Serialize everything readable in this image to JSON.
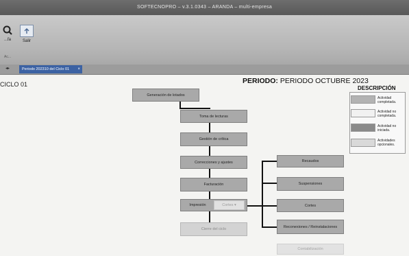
{
  "window": {
    "title": "SOFTECNOPRO – v.3.1.0343 – ARANDA – multi-empresa"
  },
  "ribbon": {
    "buttons": [
      {
        "label": "...fa",
        "icon": "magnifier-icon"
      },
      {
        "label": "Salir",
        "icon": "save-icon"
      }
    ],
    "group_caption": "Ac..."
  },
  "tabs": [
    {
      "label": "Periodo 202310 del Ciclo 01"
    }
  ],
  "content": {
    "ciclo": "CICLO 01",
    "periodo_label": "PERIODO:",
    "periodo_value": "PERIODO OCTUBRE 2023"
  },
  "flow": {
    "generacion": "Generación de lotados",
    "toma": "Toma de lecturas",
    "critica": "Gestión de crítica",
    "correcciones": "Correcciones y ajustes",
    "facturacion": "Facturación",
    "impresion": "Impresión",
    "impresion_sub": "Cortes ▾",
    "final": "Cierre del ciclo",
    "recaudos": "Recaudos",
    "suspensiones": "Suspensiones",
    "cortes": "Cortes",
    "reconexiones": "Reconexiones / Reinstalaciones",
    "contabilizacion": "Contabilización"
  },
  "legend": {
    "title": "DESCRIPCIÓN",
    "items": [
      {
        "label": "Actividad completada.",
        "color": "#b3b3b3"
      },
      {
        "label": "Actividad no completada.",
        "color": "#f1f1f1"
      },
      {
        "label": "Actividad no iniciada.",
        "color": "#8a8a8a"
      },
      {
        "label": "Actividades opcionales.",
        "color": "#d9d9d9"
      }
    ]
  }
}
